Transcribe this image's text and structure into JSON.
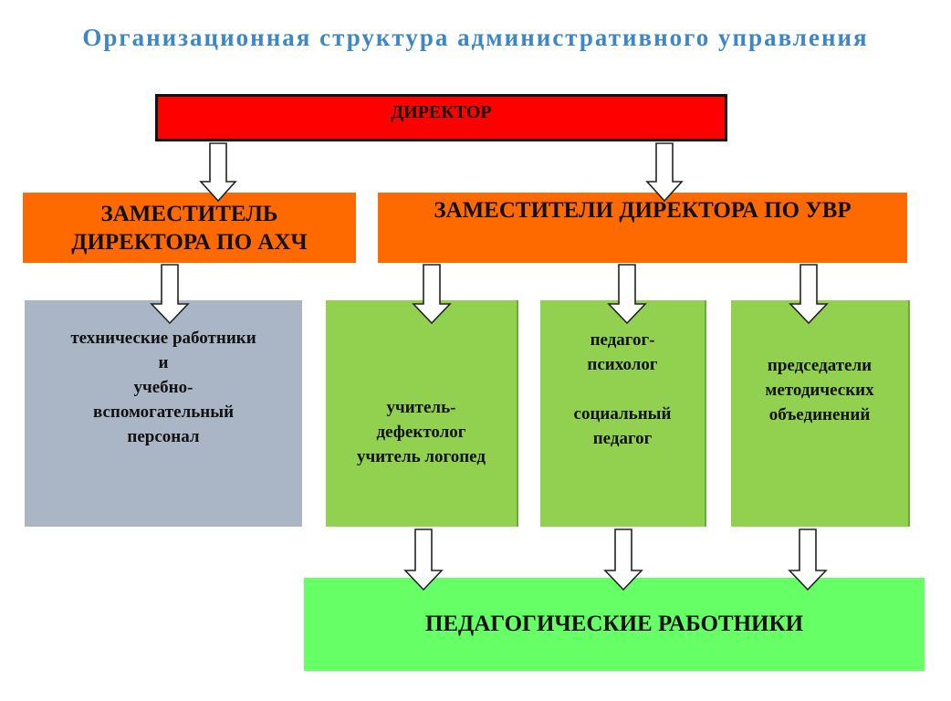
{
  "title": "Организационная структура административного управления",
  "director": "ДИРЕКТОР",
  "deputy_axh": "ЗАМЕСТИТЕЛЬ\nДИРЕКТОРА ПО АХЧ",
  "deputy_uvr": "ЗАМЕСТИТЕЛИ ДИРЕКТОРА ПО УВР",
  "technical_staff": "технические работники\nи\nучебно-\nвспомогательный\nперсонал",
  "defectologist": "учитель-\nдефектолог\nучитель логопед",
  "psychologist_social": "педагог-\nпсихолог\n\nсоциальный\nпедагог",
  "methodical_heads": "председатели\nметодических\nобъединений",
  "teaching_staff": "ПЕДАГОГИЧЕСКИЕ РАБОТНИКИ",
  "colors": {
    "title": "#3d87c9",
    "director": "#ff0000",
    "deputy": "#ff6a00",
    "staff": "#aab6c6",
    "green": "#92d050",
    "teaching": "#66ff66"
  }
}
